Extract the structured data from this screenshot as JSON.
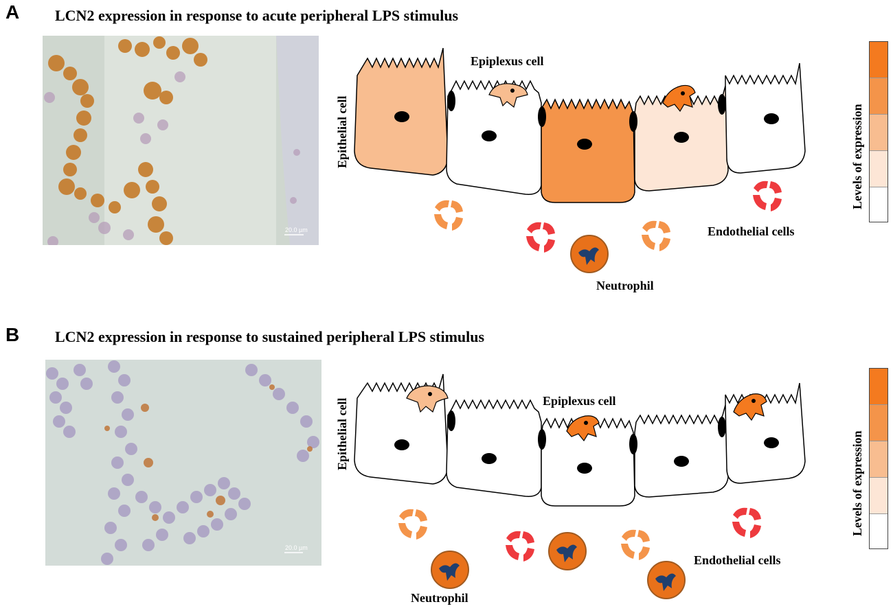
{
  "panels": [
    {
      "letter": "A",
      "title": "LCN2 expression in response to acute peripheral LPS stimulus",
      "micrograph_scale": "20.0 µm",
      "labels": {
        "epithelial": "Epithelial cell",
        "epiplexus": "Epiplexus cell",
        "endothelial": "Endothelial cells",
        "neutrophil": "Neutrophil",
        "legend": "Levels of expression"
      }
    },
    {
      "letter": "B",
      "title": "LCN2 expression in response to sustained peripheral LPS stimulus",
      "micrograph_scale": "20.0 µm",
      "labels": {
        "epithelial": "Epithelial cell",
        "epiplexus": "Epiplexus cell",
        "endothelial": "Endothelial cells",
        "neutrophil": "Neutrophil",
        "legend": "Levels of expression"
      }
    }
  ],
  "legend_levels": [
    "#f47a1f",
    "#f4944a",
    "#f8bd90",
    "#fde6d6",
    "#ffffff"
  ],
  "colors": {
    "high": "#f47a1f",
    "medium_high": "#f4944a",
    "medium": "#f8bd90",
    "low": "#fde6d6",
    "none": "#ffffff",
    "endothelial_red": "#ee3a3e",
    "nucleus_blue": "#1f3f6e"
  }
}
